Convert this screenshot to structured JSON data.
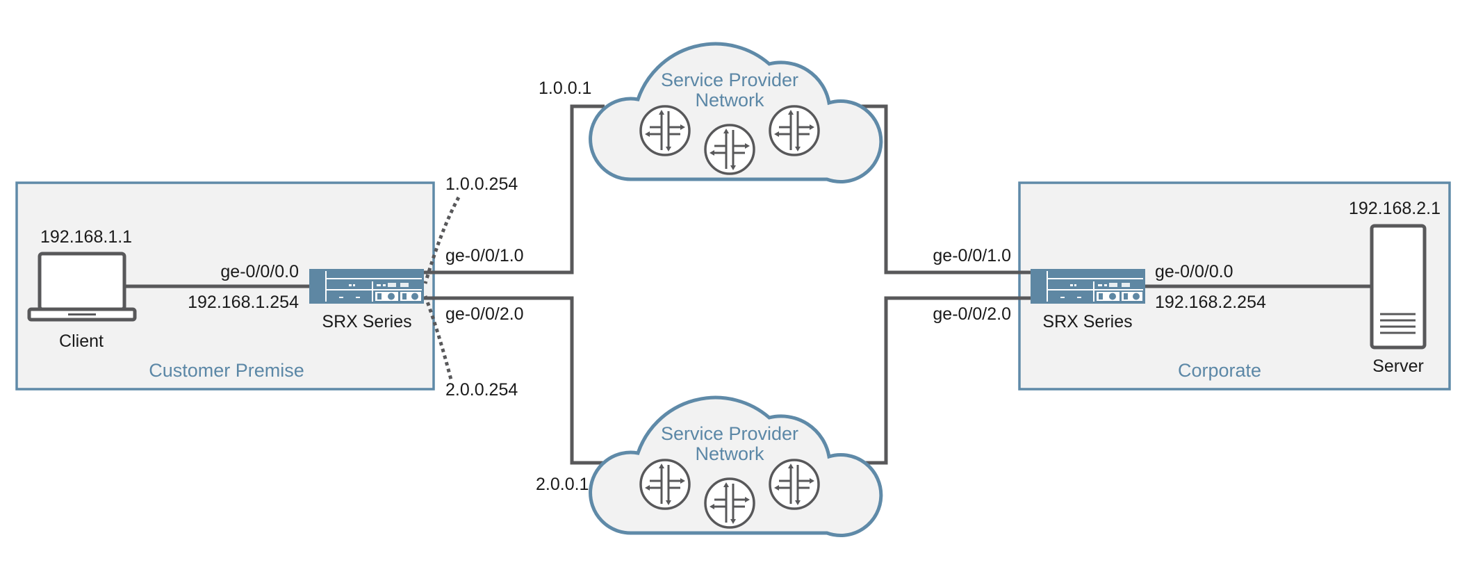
{
  "colors": {
    "zone_border": "#5f8aa8",
    "zone_fill": "#f2f2f2",
    "label_blue": "#5b87a6",
    "line": "#58585a",
    "device": "#5e87a3"
  },
  "customer_premise": {
    "zone_label": "Customer Premise",
    "client": {
      "label": "Client",
      "ip": "192.168.1.1",
      "icon": "laptop-icon"
    },
    "srx": {
      "label": "SRX Series",
      "icon": "firewall-icon"
    },
    "lan_interface": "ge-0/0/0.0",
    "lan_ip": "192.168.1.254",
    "wan1_interface": "ge-0/0/1.0",
    "wan1_ip": "1.0.0.254",
    "wan2_interface": "ge-0/0/2.0",
    "wan2_ip": "2.0.0.254"
  },
  "provider_networks": [
    {
      "label_line1": "Service Provider",
      "label_line2": "Network",
      "gateway_ip": "1.0.0.1",
      "icon": "router-icon"
    },
    {
      "label_line1": "Service Provider",
      "label_line2": "Network",
      "gateway_ip": "2.0.0.1",
      "icon": "router-icon"
    }
  ],
  "corporate": {
    "zone_label": "Corporate",
    "server": {
      "label": "Server",
      "ip": "192.168.2.1",
      "icon": "server-icon"
    },
    "srx": {
      "label": "SRX Series",
      "icon": "firewall-icon"
    },
    "lan_interface": "ge-0/0/0.0",
    "lan_ip": "192.168.2.254",
    "wan1_interface": "ge-0/0/1.0",
    "wan2_interface": "ge-0/0/2.0"
  }
}
